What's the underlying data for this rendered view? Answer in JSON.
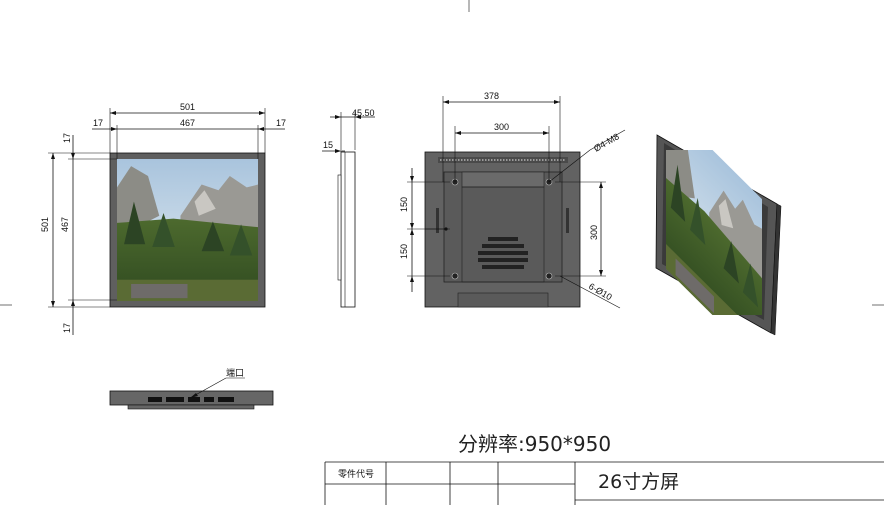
{
  "front_view": {
    "overall_width": "501",
    "inner_width": "467",
    "left_margin": "17",
    "right_margin": "17",
    "overall_height": "501",
    "inner_height": "467",
    "top_margin": "17",
    "bottom_margin": "17"
  },
  "side_view": {
    "depth": "45.50",
    "flange": "15"
  },
  "back_view": {
    "outer_mount_width": "378",
    "inner_mount_width": "300",
    "mount_hole_label": "Ø4-M8",
    "hole_label": "6-Ø10",
    "vertical_spacing_1": "150",
    "vertical_spacing_2": "150",
    "mount_height": "300"
  },
  "bottom_view": {
    "port_label": "端口"
  },
  "resolution_label": "分辨率:950*950",
  "title_block": {
    "part_code_label": "零件代号",
    "product_name": "26寸方屏"
  },
  "colors": {
    "bezel": "#5f5f5f",
    "line": "#111111"
  }
}
